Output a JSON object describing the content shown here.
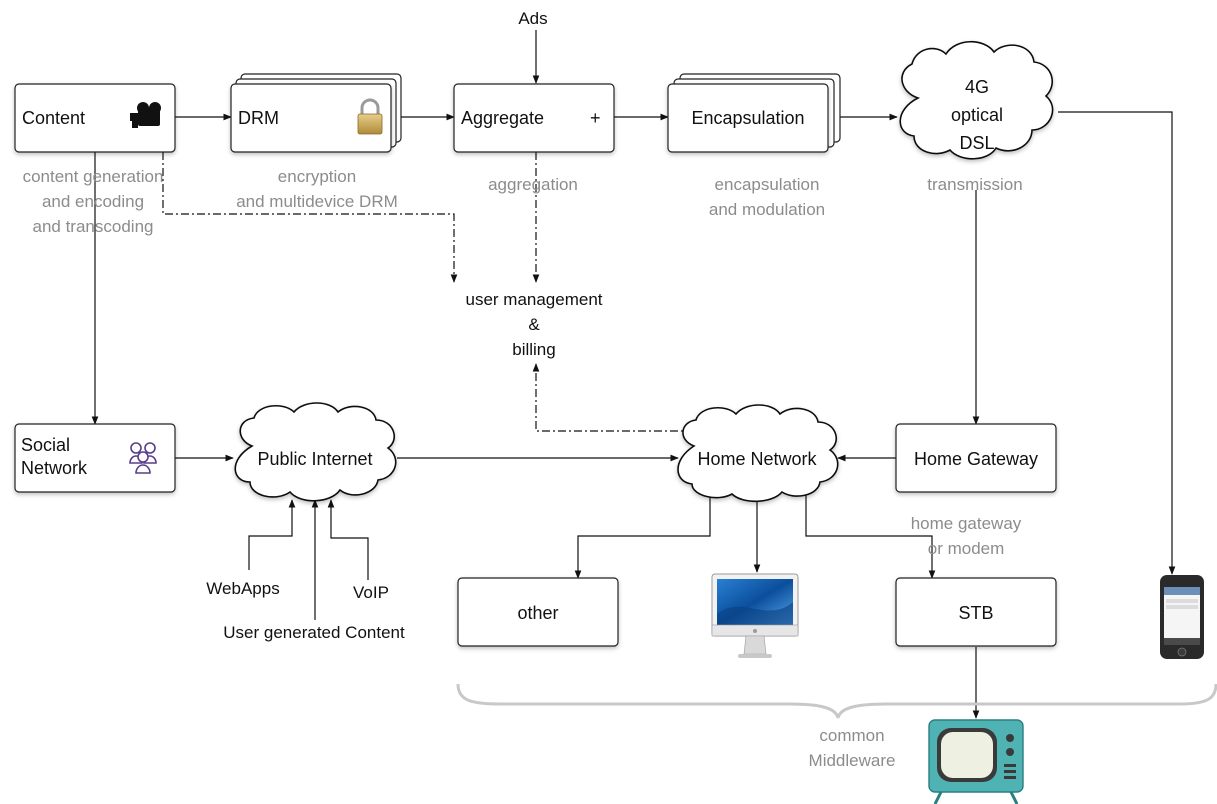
{
  "nodes": {
    "content": "Content",
    "drm": "DRM",
    "aggregate": "Aggregate",
    "aggregate_symbol": "+",
    "encapsulation": "Encapsulation",
    "transmission_cloud": [
      "4G",
      "optical",
      "DSL"
    ],
    "social_network": [
      "Social",
      "Network"
    ],
    "public_internet": "Public Internet",
    "home_network": "Home Network",
    "home_gateway": "Home Gateway",
    "other": "other",
    "stb": "STB"
  },
  "inputs": {
    "ads": "Ads",
    "webapps": "WebApps",
    "user_generated_content": "User generated Content",
    "voip": "VoIP"
  },
  "captions": {
    "content": [
      "content generation",
      "and encoding",
      "and transcoding"
    ],
    "drm": [
      "encryption",
      "and multidevice DRM"
    ],
    "aggregate": [
      "aggregation"
    ],
    "encapsulation": [
      "encapsulation",
      "and modulation"
    ],
    "transmission": [
      "transmission"
    ],
    "home_gateway": [
      "home gateway",
      "or modem"
    ],
    "middleware": [
      "common",
      "Middleware"
    ]
  },
  "user_management": [
    "user management",
    "&",
    "billing"
  ],
  "icons": {
    "content": "video-camera-icon",
    "drm": "padlock-icon",
    "social": "people-group-icon",
    "desktop": "desktop-computer-icon",
    "phone": "smartphone-icon",
    "tv": "television-icon"
  }
}
